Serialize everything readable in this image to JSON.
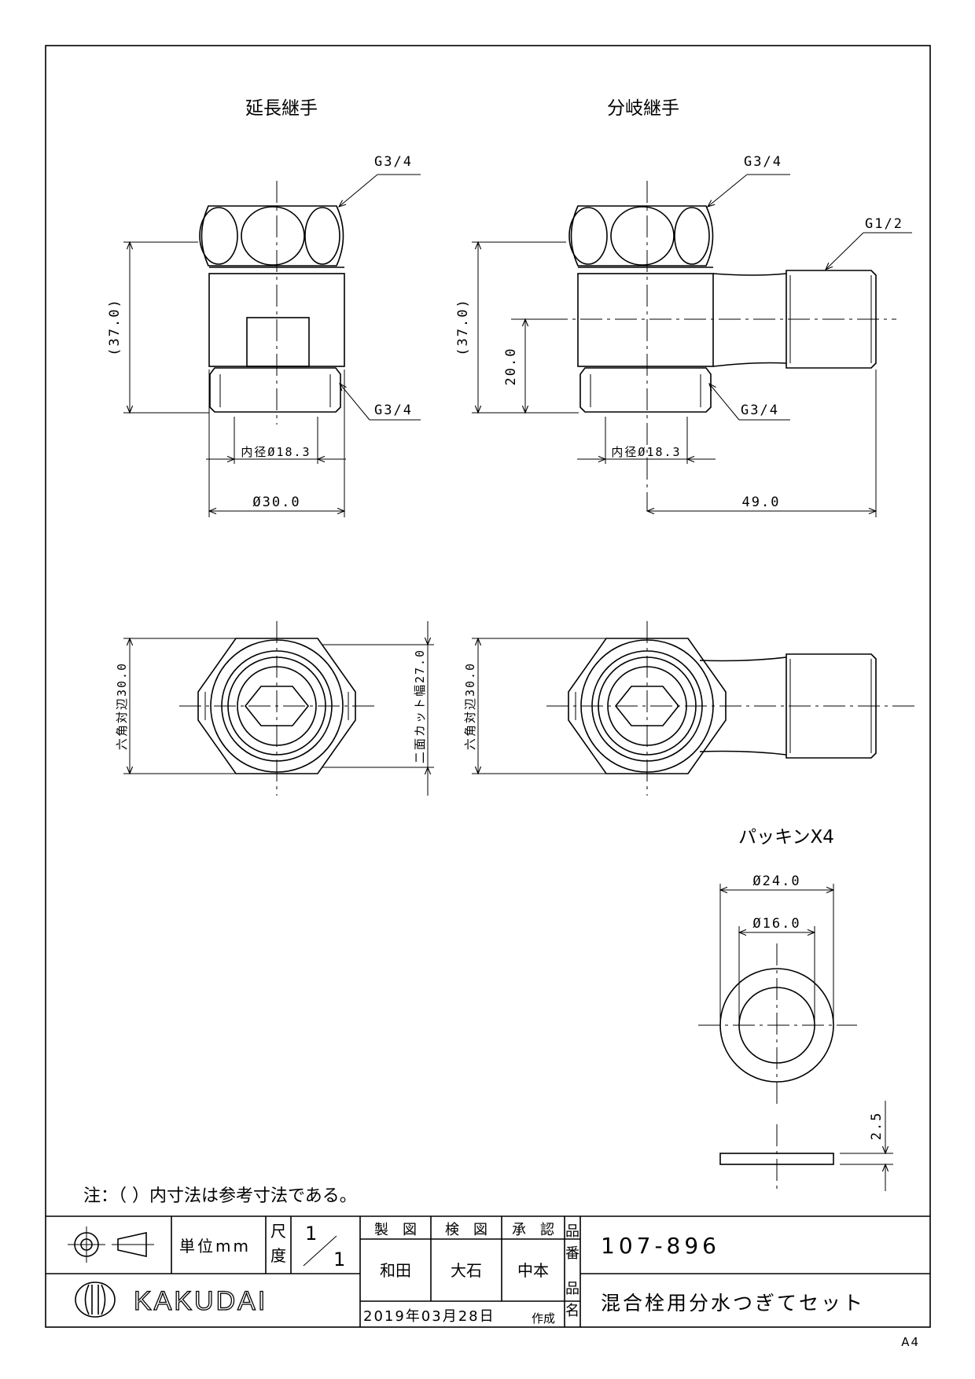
{
  "views": {
    "extension_title": "延長継手",
    "branch_title": "分岐継手"
  },
  "dims": {
    "ext_top_thread": "G3/4",
    "ext_bottom_thread": "G3/4",
    "ext_height": "(37.0)",
    "ext_inner_dia": "内径Ø18.3",
    "ext_outer_dia": "Ø30.0",
    "br_top_thread": "G3/4",
    "br_side_thread": "G1/2",
    "br_bottom_thread": "G3/4",
    "br_height": "(37.0)",
    "br_offset": "20.0",
    "br_inner_dia": "内径Ø18.3",
    "br_length": "49.0",
    "hex_across_1": "六角対辺30.0",
    "flat_cut_width": "二面カット幅27.0",
    "hex_across_2": "六角対辺30.0"
  },
  "packing": {
    "title": "パッキンX4",
    "outer_dia": "Ø24.0",
    "inner_dia": "Ø16.0",
    "thickness": "2.5"
  },
  "note": "注：（  ）内寸法は参考寸法である。",
  "title_block": {
    "unit_label": "単位mm",
    "scale_label_1": "尺",
    "scale_label_2": "度",
    "scale_num": "1",
    "scale_den": "1",
    "drawn_label": "製　図",
    "checked_label": "検　図",
    "approved_label": "承　認",
    "drawn_by": "和田",
    "checked_by": "大石",
    "approved_by": "中本",
    "part_no_label_1": "品",
    "part_no_label_2": "番",
    "part_no": "107-896",
    "part_name_label_1": "品",
    "part_name_label_2": "名",
    "part_name": "混合栓用分水つぎてセット",
    "date": "2019年03月28日",
    "created_label": "作成",
    "brand": "KAKUDAI"
  },
  "sheet_size": "A4"
}
